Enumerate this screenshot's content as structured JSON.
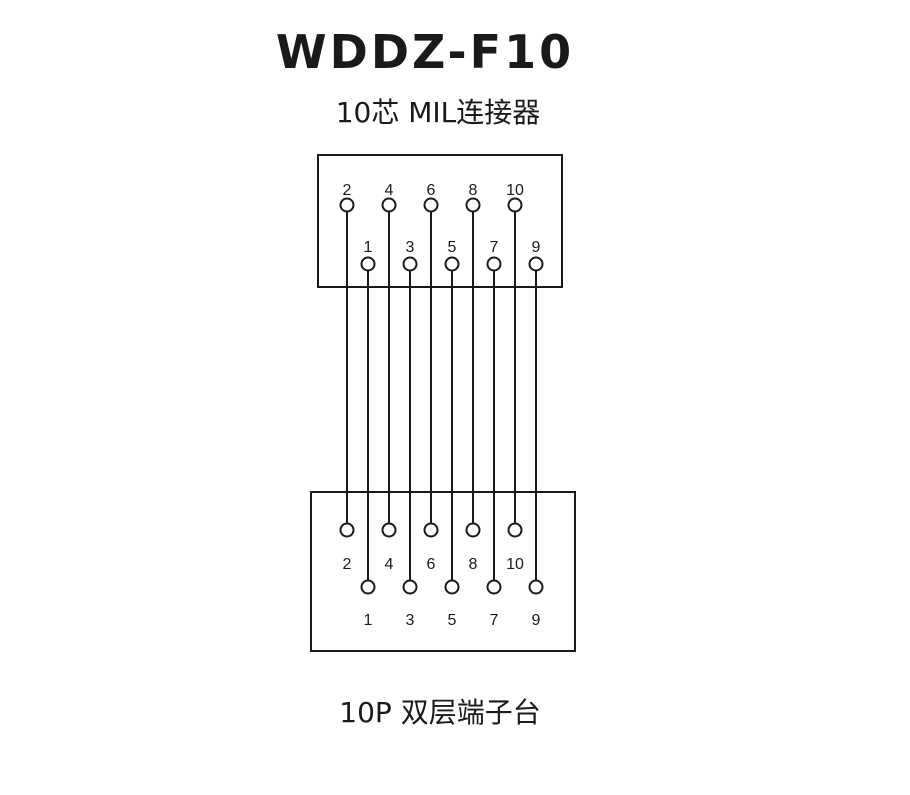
{
  "title": "WDDZ-F10",
  "top_connector": {
    "label": "10芯 MIL连接器",
    "row_even": [
      "2",
      "4",
      "6",
      "8",
      "10"
    ],
    "row_odd": [
      "1",
      "3",
      "5",
      "7",
      "9"
    ]
  },
  "bottom_connector": {
    "label": "10P 双层端子台",
    "row_even": [
      "2",
      "4",
      "6",
      "8",
      "10"
    ],
    "row_odd": [
      "1",
      "3",
      "5",
      "7",
      "9"
    ]
  },
  "colors": {
    "line": "#1a1a1a",
    "background": "#ffffff"
  }
}
